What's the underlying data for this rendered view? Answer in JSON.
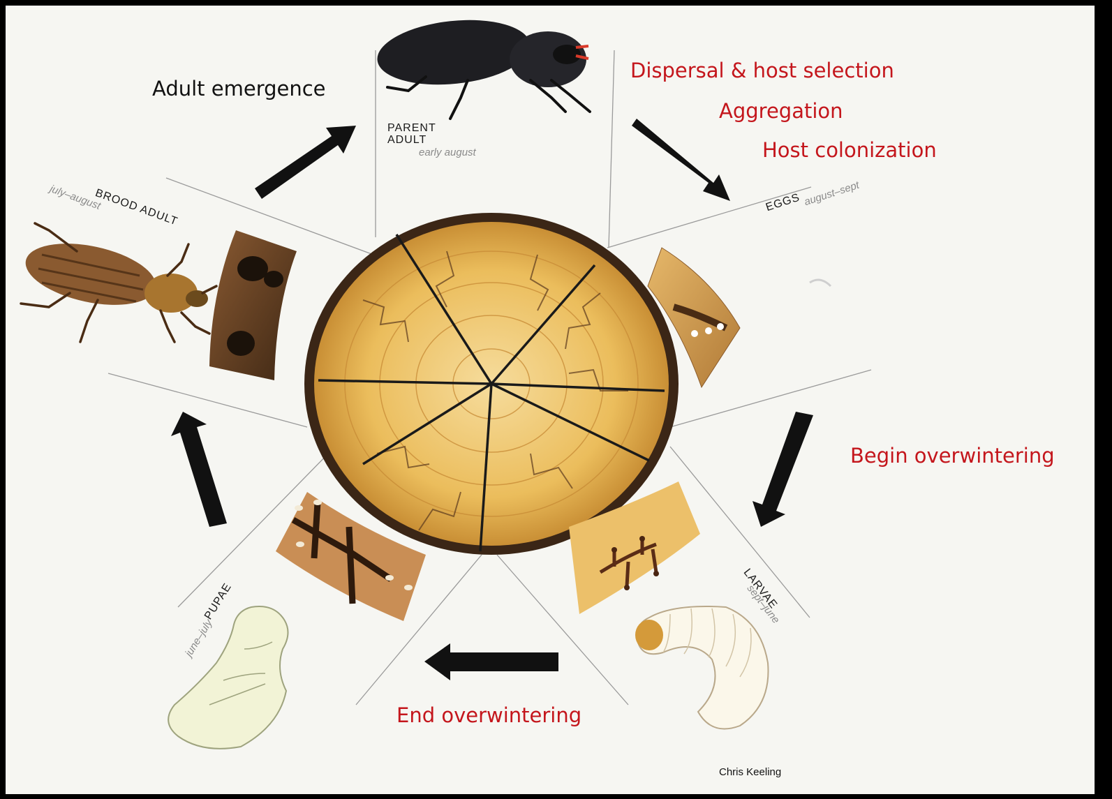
{
  "colors": {
    "background": "#000000",
    "panel": "#f6f6f2",
    "annotation_red": "#c4161c",
    "annotation_black": "#111111",
    "arrow": "#111111",
    "wood": "#e8b550",
    "wood_dark": "#6b4a2a"
  },
  "annotations": {
    "adult_emergence": "Adult emergence",
    "dispersal": "Dispersal & host selection",
    "aggregation": "Aggregation",
    "host_colonization": "Host colonization",
    "begin_overwintering": "Begin overwintering",
    "end_overwintering": "End overwintering"
  },
  "stages": {
    "parent_adult": {
      "line1": "PARENT",
      "line2": "ADULT",
      "season": "early august"
    },
    "eggs": {
      "name": "EGGS",
      "season": "august–sept"
    },
    "larvae": {
      "name": "LARVAE",
      "season": "sept–june"
    },
    "pupae": {
      "name": "PUPAE",
      "season": "june–july"
    },
    "brood_adult": {
      "name": "BROOD ADULT",
      "season": "july–august"
    }
  },
  "credit": "Chris Keeling",
  "icons": [
    "beetle-illustration",
    "egg-gallery",
    "larva-illustration",
    "pupa-illustration",
    "log-cross-section",
    "cycle-arrow"
  ]
}
